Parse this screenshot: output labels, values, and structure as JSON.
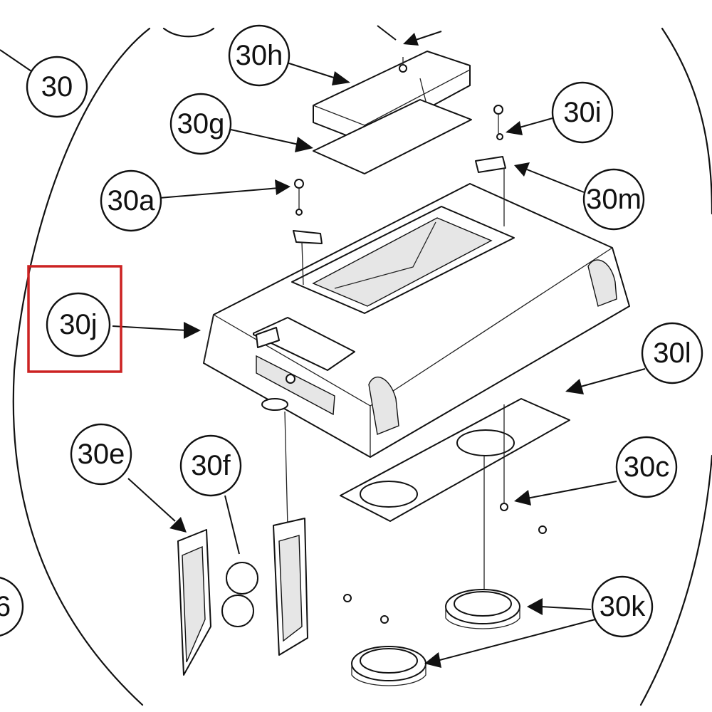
{
  "callouts": {
    "c30": "30",
    "c30h": "30h",
    "c30g": "30g",
    "c30i": "30i",
    "c30a": "30a",
    "c30m": "30m",
    "c30j": "30j",
    "c30l": "30l",
    "c30e": "30e",
    "c30f": "30f",
    "c30c": "30c",
    "c30k": "30k",
    "c6": "6"
  },
  "highlight_color": "#cc2222",
  "highlighted_callout": "30j"
}
